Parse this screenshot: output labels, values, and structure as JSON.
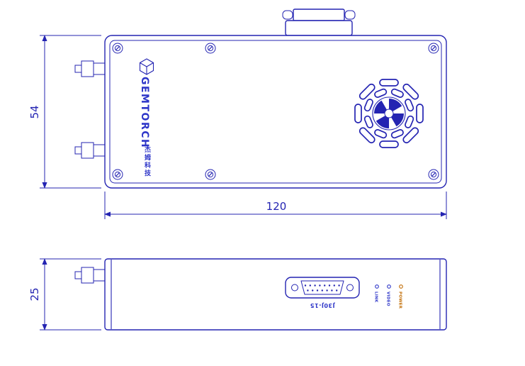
{
  "colors": {
    "line": "#2424b2",
    "logo": "#2d35c8",
    "orange": "#c06a00",
    "background": "#ffffff"
  },
  "dimensions": {
    "top_height": "54",
    "top_width": "120",
    "front_height": "25"
  },
  "logo": {
    "en": "GEMTORCH",
    "cn": "杰姆科技"
  },
  "front_panel": {
    "connector_label": "J30J-15",
    "leds": [
      {
        "label": "LINK",
        "color": "#2d35c8"
      },
      {
        "label": "VIDEO",
        "color": "#2d35c8"
      },
      {
        "label": "POWER",
        "color": "#c06a00"
      }
    ]
  }
}
